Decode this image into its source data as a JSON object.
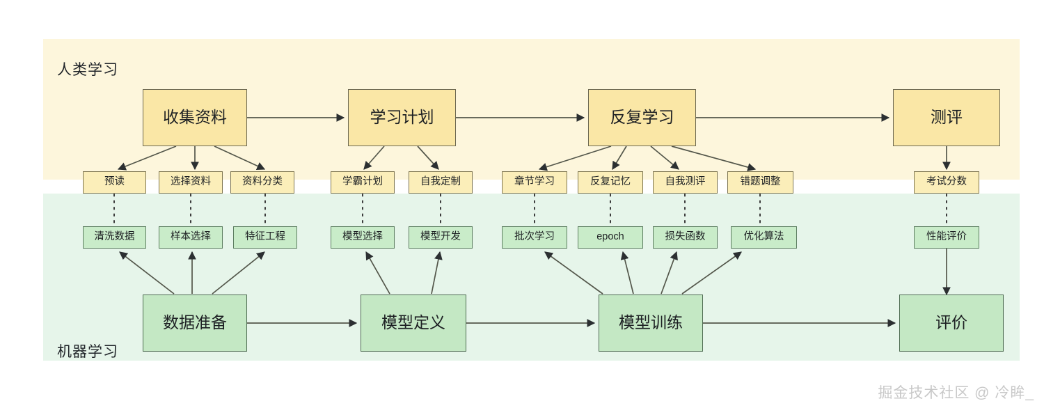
{
  "bands": {
    "human": {
      "label": "人类学习",
      "color": "#fdf6dc"
    },
    "machine": {
      "label": "机器学习",
      "color": "#e6f5ea"
    }
  },
  "human_main": [
    {
      "id": "collect",
      "label": "收集资料"
    },
    {
      "id": "plan",
      "label": "学习计划"
    },
    {
      "id": "repeat",
      "label": "反复学习"
    },
    {
      "id": "assess",
      "label": "测评"
    }
  ],
  "human_sub": [
    {
      "id": "preread",
      "label": "预读"
    },
    {
      "id": "select-material",
      "label": "选择资料"
    },
    {
      "id": "classify-material",
      "label": "资料分类"
    },
    {
      "id": "top-student-plan",
      "label": "学霸计划"
    },
    {
      "id": "self-customize",
      "label": "自我定制"
    },
    {
      "id": "chapter-study",
      "label": "章节学习"
    },
    {
      "id": "repeat-memory",
      "label": "反复记忆"
    },
    {
      "id": "self-test",
      "label": "自我测评"
    },
    {
      "id": "wrong-question-adjust",
      "label": "错题调整"
    },
    {
      "id": "exam-score",
      "label": "考试分数"
    }
  ],
  "machine_sub": [
    {
      "id": "clean-data",
      "label": "清洗数据"
    },
    {
      "id": "sample-selection",
      "label": "样本选择"
    },
    {
      "id": "feature-engineering",
      "label": "特征工程"
    },
    {
      "id": "model-selection",
      "label": "模型选择"
    },
    {
      "id": "model-development",
      "label": "模型开发"
    },
    {
      "id": "batch-study",
      "label": "批次学习"
    },
    {
      "id": "epoch",
      "label": "epoch"
    },
    {
      "id": "loss-function",
      "label": "损失函数"
    },
    {
      "id": "optimization-algorithm",
      "label": "优化算法"
    },
    {
      "id": "performance-evaluation",
      "label": "性能评价"
    }
  ],
  "machine_main": [
    {
      "id": "data-prep",
      "label": "数据准备"
    },
    {
      "id": "model-define",
      "label": "模型定义"
    },
    {
      "id": "model-train",
      "label": "模型训练"
    },
    {
      "id": "evaluate",
      "label": "评价"
    }
  ],
  "watermark": {
    "text": "掘金技术社区 @ 冷眸_"
  },
  "colors": {
    "yellow_big": "#fae7a6",
    "yellow_small": "#fbeeb9",
    "green_big": "#c4e8c4",
    "green_small": "#c9ecc9",
    "stroke": "#53564a",
    "band_human": "#fdf6dc",
    "band_machine": "#e6f5ea",
    "watermark": "#c8c8c8"
  }
}
